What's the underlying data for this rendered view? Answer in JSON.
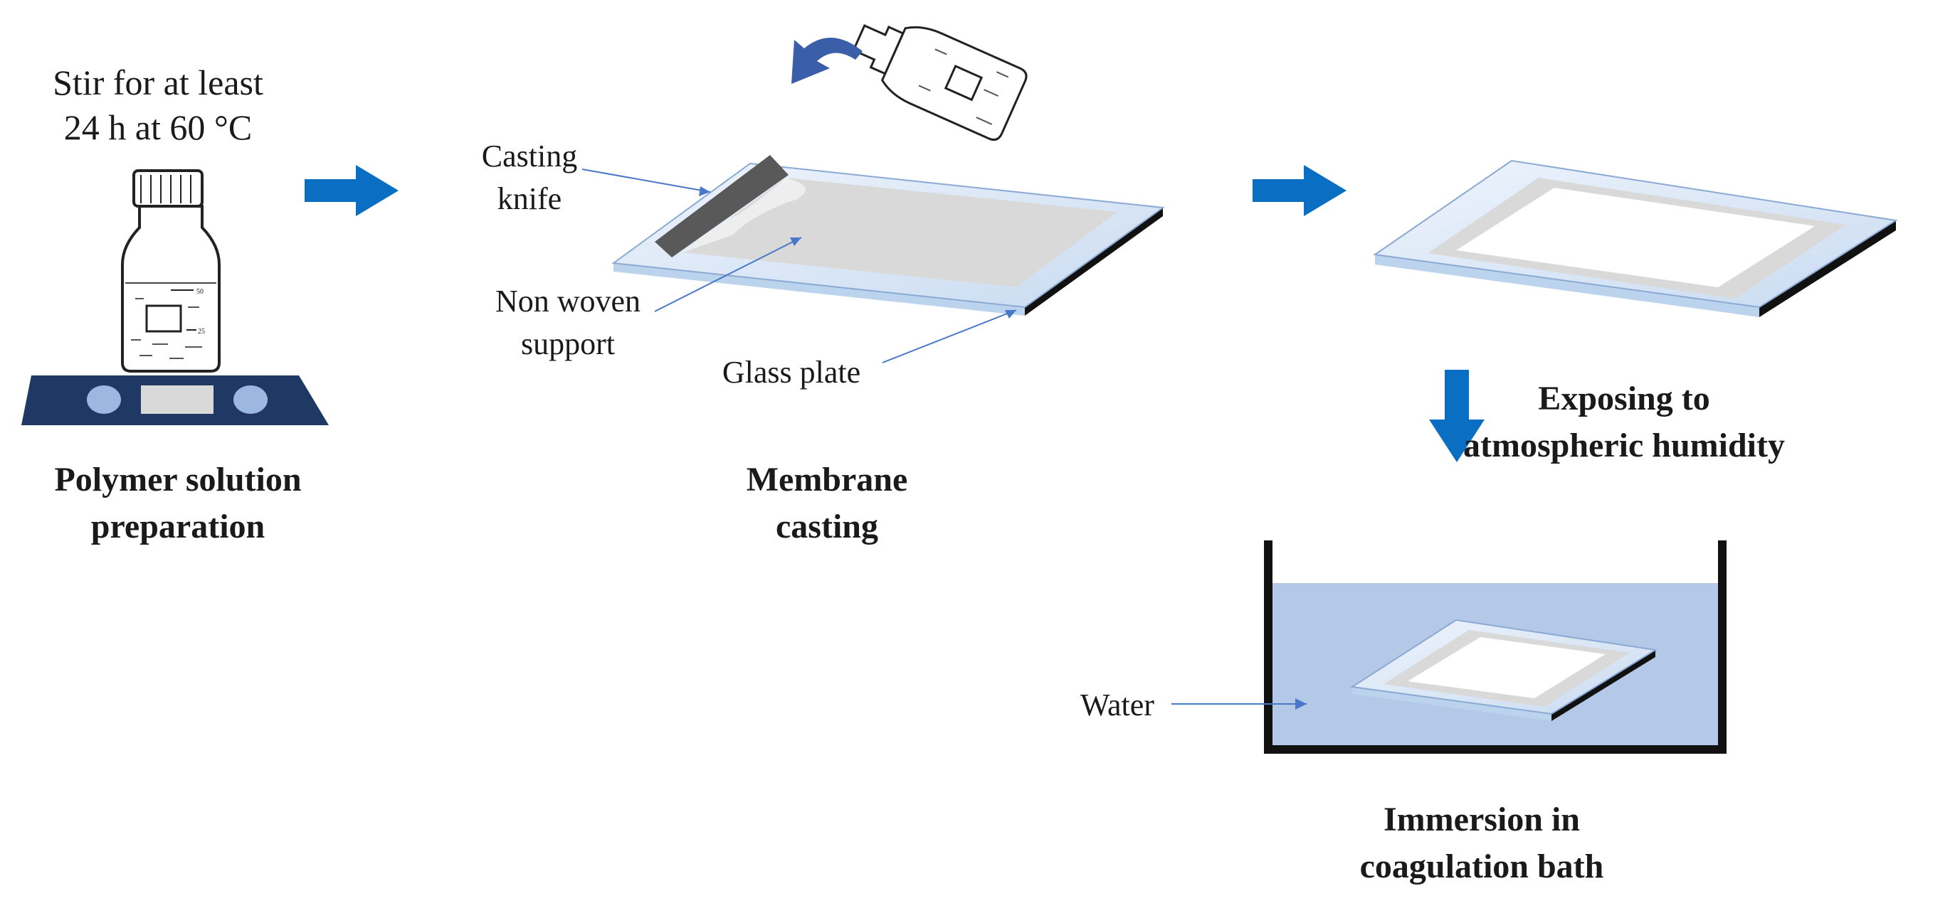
{
  "colors": {
    "arrow": "#0a6fc2",
    "leader": "#4a78c8",
    "glass_top": "#dde9f7",
    "glass_edge": "#bcd3ee",
    "plate_shadow": "#111111",
    "film": "#d9d9d9",
    "knife": "#595959",
    "stirrer": "#1f3864",
    "stirrer_knob": "#9db8e0",
    "water": "#b4c8e8",
    "bath": "#111111",
    "curl_arrow": "#3a5ea8"
  },
  "icons": {
    "bottle": "lab-bottle-icon",
    "stirrer": "magnetic-stirrer-icon",
    "knife": "casting-knife-icon",
    "pour": "curved-pour-arrow-icon"
  },
  "step1": {
    "condition_line1": "Stir for at least",
    "condition_line2": "24 h at 60 °C",
    "title_line1": "Polymer solution",
    "title_line2": "preparation",
    "bottle_mark_50": "50",
    "bottle_mark_25": "25"
  },
  "step2": {
    "knife_label_line1": "Casting",
    "knife_label_line2": "knife",
    "support_label_line1": "Non woven",
    "support_label_line2": "support",
    "plate_label": "Glass plate",
    "title_line1": "Membrane",
    "title_line2": "casting"
  },
  "step3": {
    "title_line1": "Exposing to",
    "title_line2": "atmospheric humidity"
  },
  "step4": {
    "water_label": "Water",
    "title_line1": "Immersion in",
    "title_line2": "coagulation bath"
  }
}
